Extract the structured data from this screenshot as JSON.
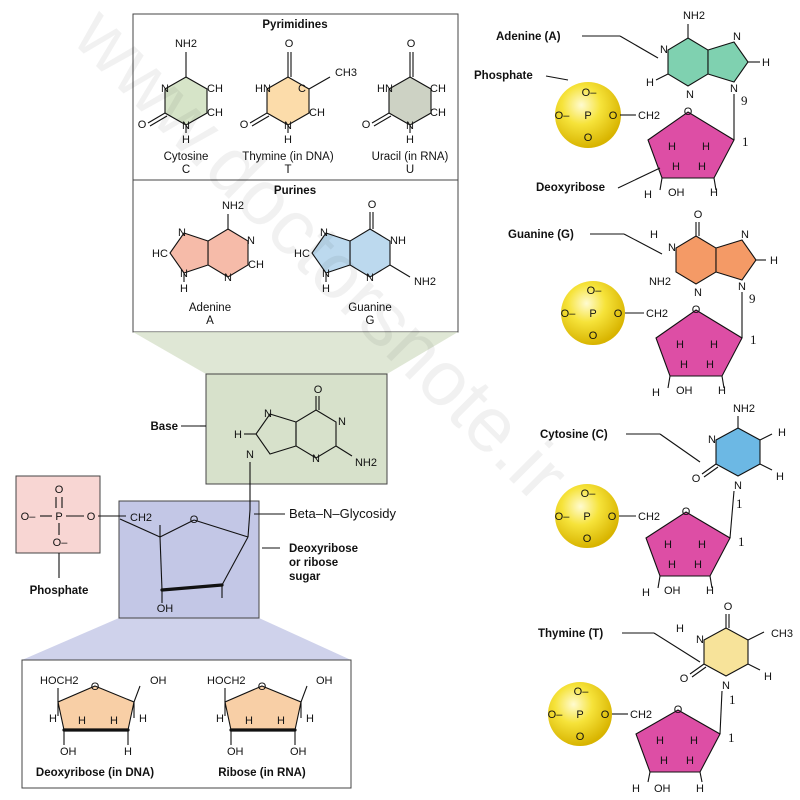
{
  "pyrimidines_panel": {
    "title": "Pyrimidines",
    "cytosine": {
      "name": "Cytosine",
      "letter": "C"
    },
    "thymine": {
      "name": "Thymine (in DNA)",
      "letter": "T"
    },
    "uracil": {
      "name": "Uracil (in RNA)",
      "letter": "U"
    }
  },
  "purines_panel": {
    "title": "Purines",
    "adenine": {
      "name": "Adenine",
      "letter": "A"
    },
    "guanine": {
      "name": "Guanine",
      "letter": "G"
    }
  },
  "nucleotide": {
    "base_label": "Base",
    "bond_label": "Beta–N–Glycosidy",
    "sugar_label": [
      "Deoxyribose",
      "or ribose",
      "sugar"
    ],
    "phosphate_label": "Phosphate"
  },
  "sugars_panel": {
    "deoxyribose": "Deoxyribose (in DNA)",
    "ribose": "Ribose (in RNA)"
  },
  "right_column": {
    "adenine_label": "Adenine (A)",
    "phosphate_label": "Phosphate",
    "deoxyribose_label": "Deoxyribose",
    "guanine_label": "Guanine (G)",
    "cytosine_label": "Cytosine (C)",
    "thymine_label": "Thymine (T)",
    "position_9": "9",
    "position_1": "1"
  },
  "atoms": {
    "nh2": "NH2",
    "n": "N",
    "h": "H",
    "o": "O",
    "c": "C",
    "ch": "CH",
    "hn": "HN",
    "hc": "HC",
    "ch3": "CH3",
    "ch2": "CH2",
    "oh": "OH",
    "p": "P",
    "o_minus": "O–",
    "hoch2": "HOCH2"
  },
  "watermark": "www.doctorsnote.ir",
  "colors": {
    "cytosine_fill": "#d6e4c8",
    "thymine_fill": "#fcdcaa",
    "uracil_fill": "#cdd2c4",
    "adenine_fill": "#f6bba9",
    "guanine_fill": "#bcd9ee",
    "base_box": "#d7e1cb",
    "sugar_box": "#c3c7e6",
    "phosphate_box": "#f8d6d3",
    "sugar_ring": "#f8cfa6",
    "pentose_magenta": "#dd4ea5",
    "phosphate_sphere": "#f3d81e",
    "adenine_right": "#7fd1b0",
    "guanine_right": "#f49a66",
    "cytosine_right": "#6cb8e4",
    "thymine_right": "#f7e39a"
  }
}
